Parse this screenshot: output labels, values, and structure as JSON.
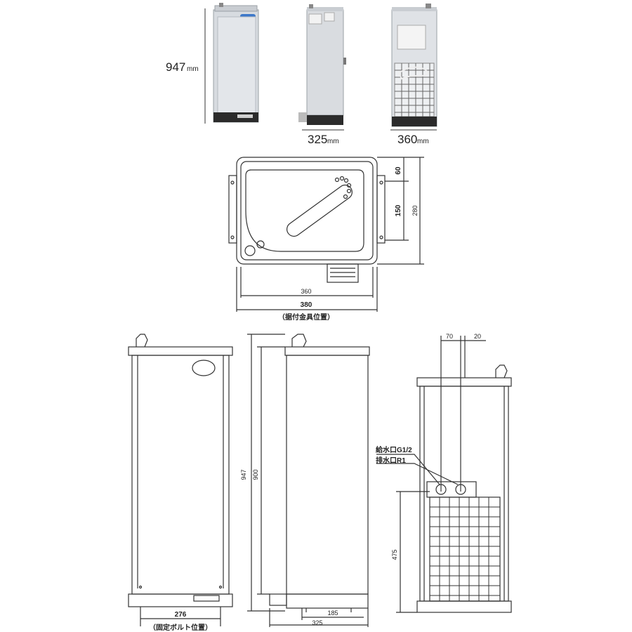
{
  "photos": {
    "height_value": "947",
    "depth_value": "325",
    "width_value": "360",
    "unit": "mm"
  },
  "top_view": {
    "dim_60": "60",
    "dim_150": "150",
    "dim_280": "280",
    "dim_360": "360",
    "dim_380": "380",
    "caption": "（据付金具位置）"
  },
  "front_view": {
    "dim_276": "276",
    "caption": "（固定ボルト位置）"
  },
  "side_view": {
    "dim_947": "947",
    "dim_900": "900",
    "dim_185": "185",
    "dim_325": "325"
  },
  "rear_view": {
    "dim_70": "70",
    "dim_20": "20",
    "supply_label": "給水口G1/2",
    "drain_label": "排水口R1",
    "dim_475": "475"
  },
  "colors": {
    "line": "#333333",
    "panel": "#dfe2e6",
    "base": "#2b2b2b"
  }
}
